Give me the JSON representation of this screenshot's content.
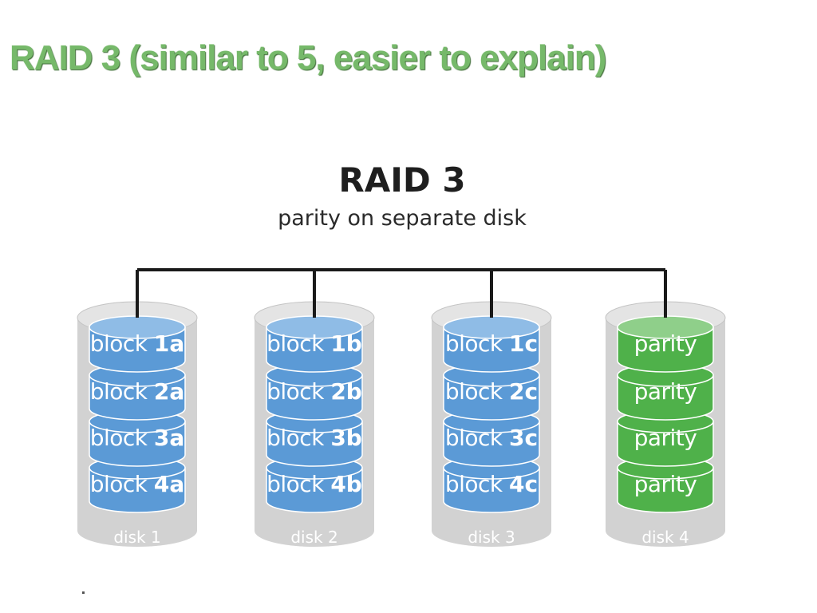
{
  "slide": {
    "title": "RAID 3 (similar to 5, easier to explain)"
  },
  "diagram": {
    "title": "RAID 3",
    "subtitle": "parity on separate disk",
    "disks": [
      {
        "label": "disk 1",
        "color": "blue",
        "blocks": [
          {
            "word": "block",
            "id": "1a"
          },
          {
            "word": "block",
            "id": "2a"
          },
          {
            "word": "block",
            "id": "3a"
          },
          {
            "word": "block",
            "id": "4a"
          }
        ]
      },
      {
        "label": "disk 2",
        "color": "blue",
        "blocks": [
          {
            "word": "block",
            "id": "1b"
          },
          {
            "word": "block",
            "id": "2b"
          },
          {
            "word": "block",
            "id": "3b"
          },
          {
            "word": "block",
            "id": "4b"
          }
        ]
      },
      {
        "label": "disk 3",
        "color": "blue",
        "blocks": [
          {
            "word": "block",
            "id": "1c"
          },
          {
            "word": "block",
            "id": "2c"
          },
          {
            "word": "block",
            "id": "3c"
          },
          {
            "word": "block",
            "id": "4c"
          }
        ]
      },
      {
        "label": "disk 4",
        "color": "green",
        "blocks": [
          {
            "word": "parity",
            "id": ""
          },
          {
            "word": "parity",
            "id": ""
          },
          {
            "word": "parity",
            "id": ""
          },
          {
            "word": "parity",
            "id": ""
          }
        ]
      }
    ]
  },
  "colors": {
    "title_green": "#76b96a",
    "data_block": "#5b9ad6",
    "data_block_top": "#8fbce6",
    "parity_block": "#4fb14a",
    "parity_block_top": "#8fcf8a",
    "disk_shell": "#d2d2d2"
  }
}
